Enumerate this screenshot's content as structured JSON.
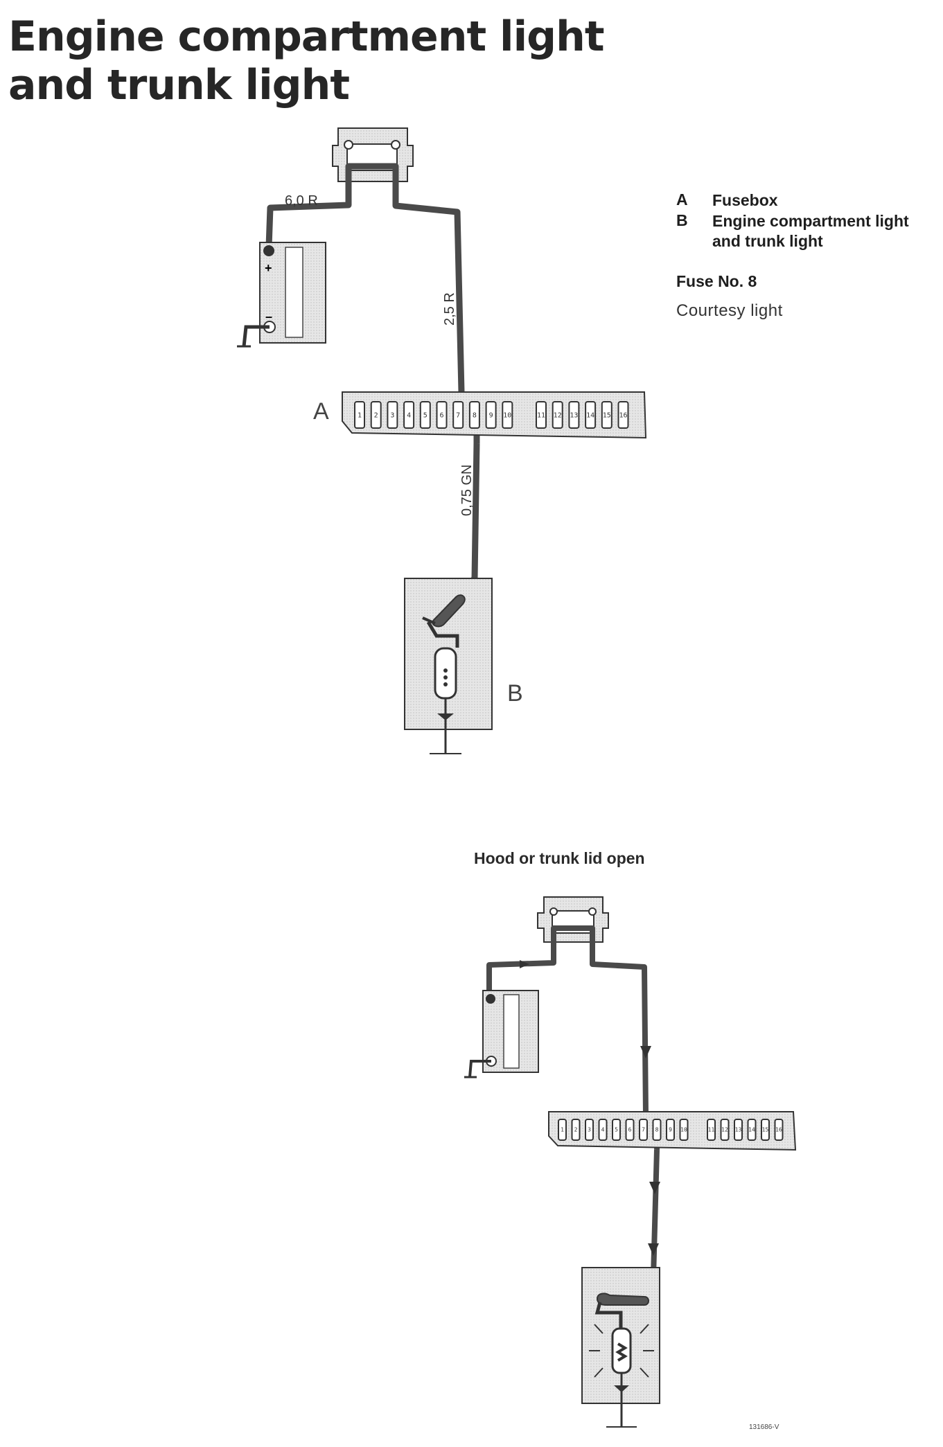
{
  "title": "Engine compartment light and trunk light",
  "legend": {
    "items": [
      {
        "key": "A",
        "label": "Fusebox"
      },
      {
        "key": "B",
        "label": "Engine compartment light and trunk light"
      }
    ],
    "fuse": "Fuse No. 8",
    "circuit": "Courtesy light"
  },
  "wires": {
    "battery_wire": "6,0 R",
    "supply_wire": "2,5 R",
    "lamp_wire": "0,75 GN"
  },
  "labels": {
    "fusebox": "A",
    "lamp": "B",
    "plus": "+",
    "minus": "–"
  },
  "subheading": "Hood or trunk lid open",
  "fuse_numbers": [
    "1",
    "2",
    "3",
    "4",
    "5",
    "6",
    "7",
    "8",
    "9",
    "10",
    "11",
    "12",
    "13",
    "14",
    "15",
    "16"
  ],
  "image_code": "131686-V",
  "colors": {
    "wire": "#4a4a4a",
    "component_fill": "#e8e8e8",
    "lamp_fill": "#dcdcdc"
  }
}
